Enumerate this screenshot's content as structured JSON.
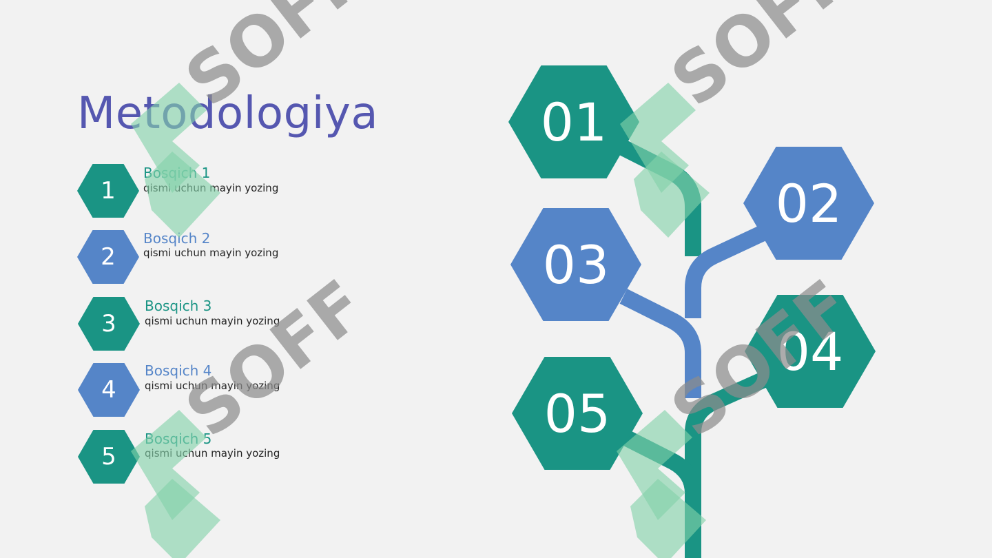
{
  "title": "Metodologiya",
  "colors": {
    "teal": "#1a9484",
    "blue": "#5585c8",
    "title": "#5557b0"
  },
  "steps": [
    {
      "num": "1",
      "title": "Bosqich 1",
      "subtitle": "qismi uchun mayin yozing",
      "color": "teal"
    },
    {
      "num": "2",
      "title": "Bosqich 2",
      "subtitle": "qismi uchun mayin yozing",
      "color": "blue"
    },
    {
      "num": "3",
      "title": "Bosqich 3",
      "subtitle": "qismi uchun mayin yozing",
      "color": "teal"
    },
    {
      "num": "4",
      "title": "Bosqich 4",
      "subtitle": "qismi uchun mayin yozing",
      "color": "blue"
    },
    {
      "num": "5",
      "title": "Bosqich 5",
      "subtitle": "qismi uchun mayin yozing",
      "color": "teal"
    }
  ],
  "tree_nodes": [
    {
      "label": "01",
      "color": "teal"
    },
    {
      "label": "02",
      "color": "blue"
    },
    {
      "label": "03",
      "color": "blue"
    },
    {
      "label": "04",
      "color": "teal"
    },
    {
      "label": "05",
      "color": "teal"
    }
  ],
  "watermark": "SOFF"
}
